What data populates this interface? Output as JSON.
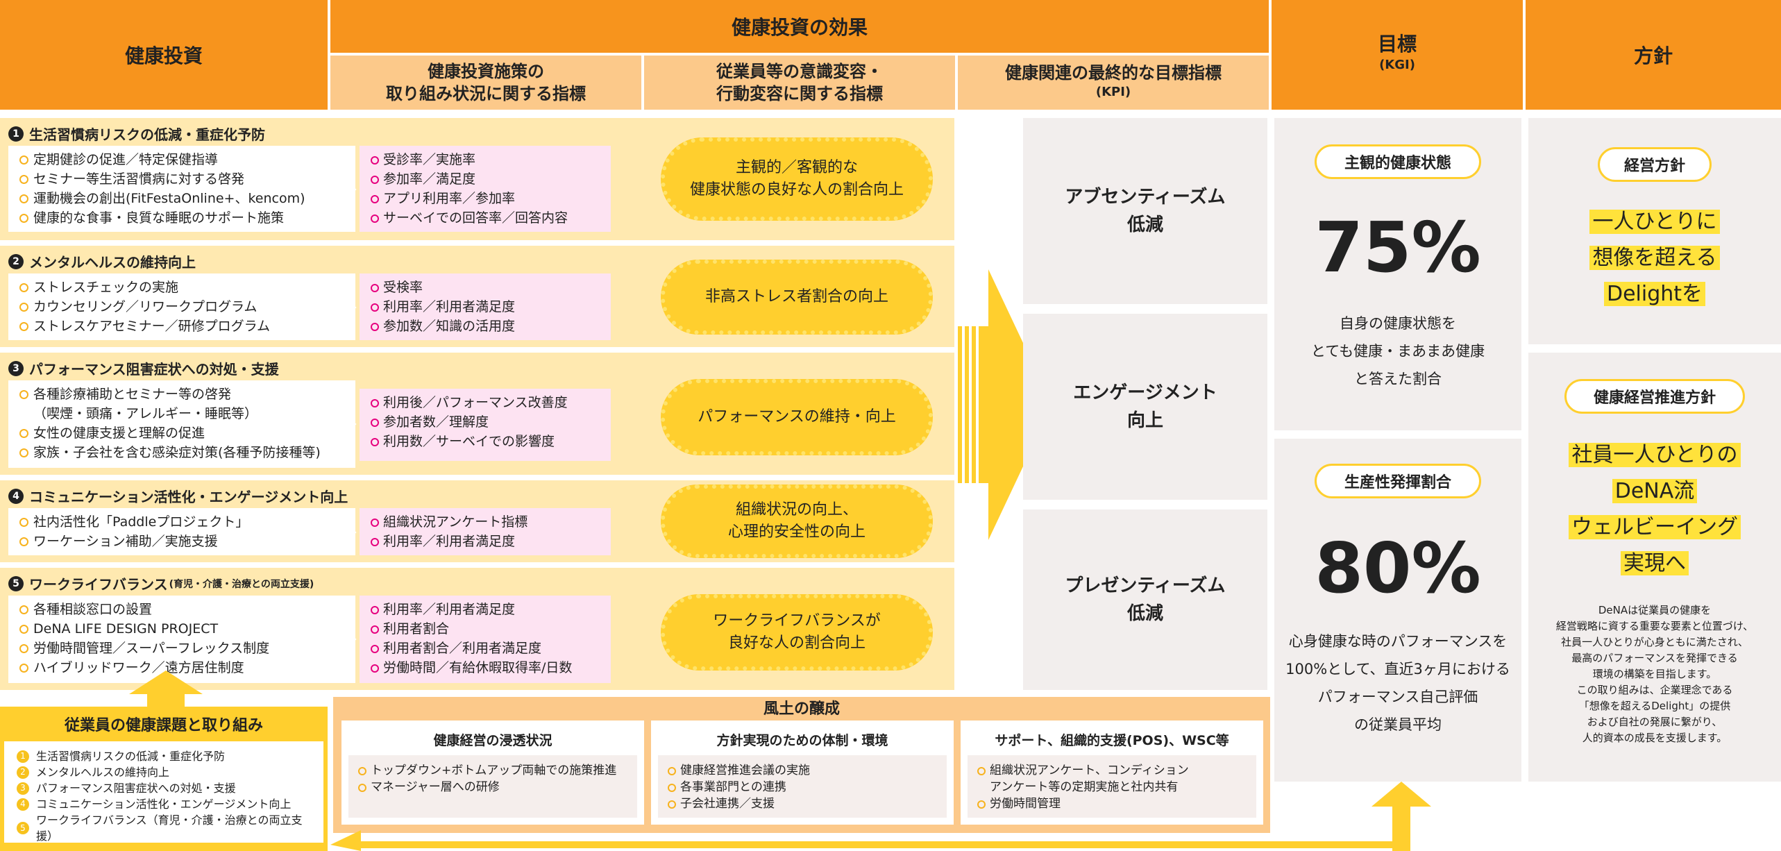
{
  "header": {
    "investment": "健康投資",
    "effects": "健康投資の効果",
    "measures": "健康投資施策の\n取り組み状況に関する指標",
    "awareness": "従業員等の意識変容・\n行動変容に関する指標",
    "kpi": "健康関連の最終的な目標指標",
    "kpi_sub": "(KPI)",
    "goal": "目標",
    "goal_sub": "(KGI)",
    "policy": "方針"
  },
  "sections": [
    {
      "num": "1",
      "title": "生活習慣病リスクの低減・重症化予防",
      "title_sub": "",
      "items": [
        "定期健診の促進／特定保健指導",
        "セミナー等生活習慣病に対する啓発",
        "運動機会の創出(FitFestaOnline+、kencom)",
        "健康的な食事・良質な睡眠のサポート施策"
      ],
      "indicators": [
        "受診率／実施率",
        "参加率／満足度",
        "アプリ利用率／参加率",
        "サーベイでの回答率／回答内容"
      ],
      "outcome": "主観的／客観的な\n健康状態の良好な人の割合向上"
    },
    {
      "num": "2",
      "title": "メンタルヘルスの維持向上",
      "title_sub": "",
      "items": [
        "ストレスチェックの実施",
        "カウンセリング／リワークプログラム",
        "ストレスケアセミナー／研修プログラム"
      ],
      "indicators": [
        "受検率",
        "利用率／利用者満足度",
        "参加数／知識の活用度"
      ],
      "outcome": "非高ストレス者割合の向上"
    },
    {
      "num": "3",
      "title": "パフォーマンス阻害症状への対処・支援",
      "title_sub": "",
      "items": [
        "各種診療補助とセミナー等の啓発\n（喫煙・頭痛・アレルギー・睡眠等）",
        "女性の健康支援と理解の促進",
        "家族・子会社を含む感染症対策(各種予防接種等)"
      ],
      "indicators": [
        "利用後／パフォーマンス改善度",
        "参加者数／理解度",
        "利用数／サーベイでの影響度"
      ],
      "outcome": "パフォーマンスの維持・向上"
    },
    {
      "num": "4",
      "title": "コミュニケーション活性化・エンゲージメント向上",
      "title_sub": "",
      "items": [
        "社内活性化「Paddleプロジェクト」",
        "ワーケーション補助／実施支援"
      ],
      "indicators": [
        "組織状況アンケート指標",
        "利用率／利用者満足度"
      ],
      "outcome": "組織状況の向上、\n心理的安全性の向上"
    },
    {
      "num": "5",
      "title": "ワークライフバランス",
      "title_sub": "(育児・介護・治療との両立支援)",
      "items": [
        "各種相談窓口の設置",
        "DeNA LIFE DESIGN PROJECT",
        "労働時間管理／スーパーフレックス制度",
        "ハイブリッドワーク／遠方居住制度"
      ],
      "indicators": [
        "利用率／利用者満足度",
        "利用者割合",
        "利用者割合／利用者満足度",
        "労働時間／有給休暇取得率/日数"
      ],
      "outcome": "ワークライフバランスが\n良好な人の割合向上"
    }
  ],
  "kpis": [
    "アブセンティーズム\n低減",
    "エンゲージメント\n向上",
    "プレゼンティーズム\n低減"
  ],
  "kgi": [
    {
      "tag": "主観的健康状態",
      "value": "75%",
      "desc": "自身の健康状態を\nとても健康・まあまあ健康\nと答えた割合"
    },
    {
      "tag": "生産性発揮割合",
      "value": "80%",
      "desc": "心身健康な時のパフォーマンスを\n100%として、直近3ヶ月における\nパフォーマンス自己評価\nの従業員平均"
    }
  ],
  "policy": {
    "management_tag": "経営方針",
    "management_lines": [
      "一人ひとりに",
      "想像を超える",
      "Delightを"
    ],
    "promo_tag": "健康経営推進方針",
    "promo_lines": [
      "社員一人ひとりの",
      "DeNA流",
      "ウェルビーイング",
      "実現へ"
    ],
    "note": "DeNAは従業員の健康を\n経営戦略に資する重要な要素と位置づけ、\n社員一人ひとりが心身ともに満たされ、\n最高のパフォーマンスを発揮できる\n環境の構築を目指します。\nこの取り組みは、企業理念である\n「想像を超えるDelight」の提供\nおよび自社の発展に繋がり、\n人的資本の成長を支援します。"
  },
  "issues": {
    "title": "従業員の健康課題と取り組み",
    "items": [
      "生活習慣病リスクの低減・重症化予防",
      "メンタルヘルスの維持向上",
      "パフォーマンス阻害症状への対処・支援",
      "コミュニケーション活性化・エンゲージメント向上",
      "ワークライフバランス（育児・介護・治療との両立支援）"
    ]
  },
  "fudo": {
    "title": "風土の醸成",
    "cols": [
      {
        "head": "健康経営の浸透状況",
        "items": [
          "トップダウン+ボトムアップ両軸での施策推進",
          "マネージャー層への研修"
        ]
      },
      {
        "head": "方針実現のための体制・環境",
        "items": [
          "健康経営推進会議の実施",
          "各事業部門との連携",
          "子会社連携／支援"
        ]
      },
      {
        "head": "サポート、組織的支援(POS)、WSC等",
        "items": [
          "組織状況アンケート、コンディション\nアンケート等の定期実施と社内共有",
          "労働時間管理"
        ]
      }
    ]
  }
}
